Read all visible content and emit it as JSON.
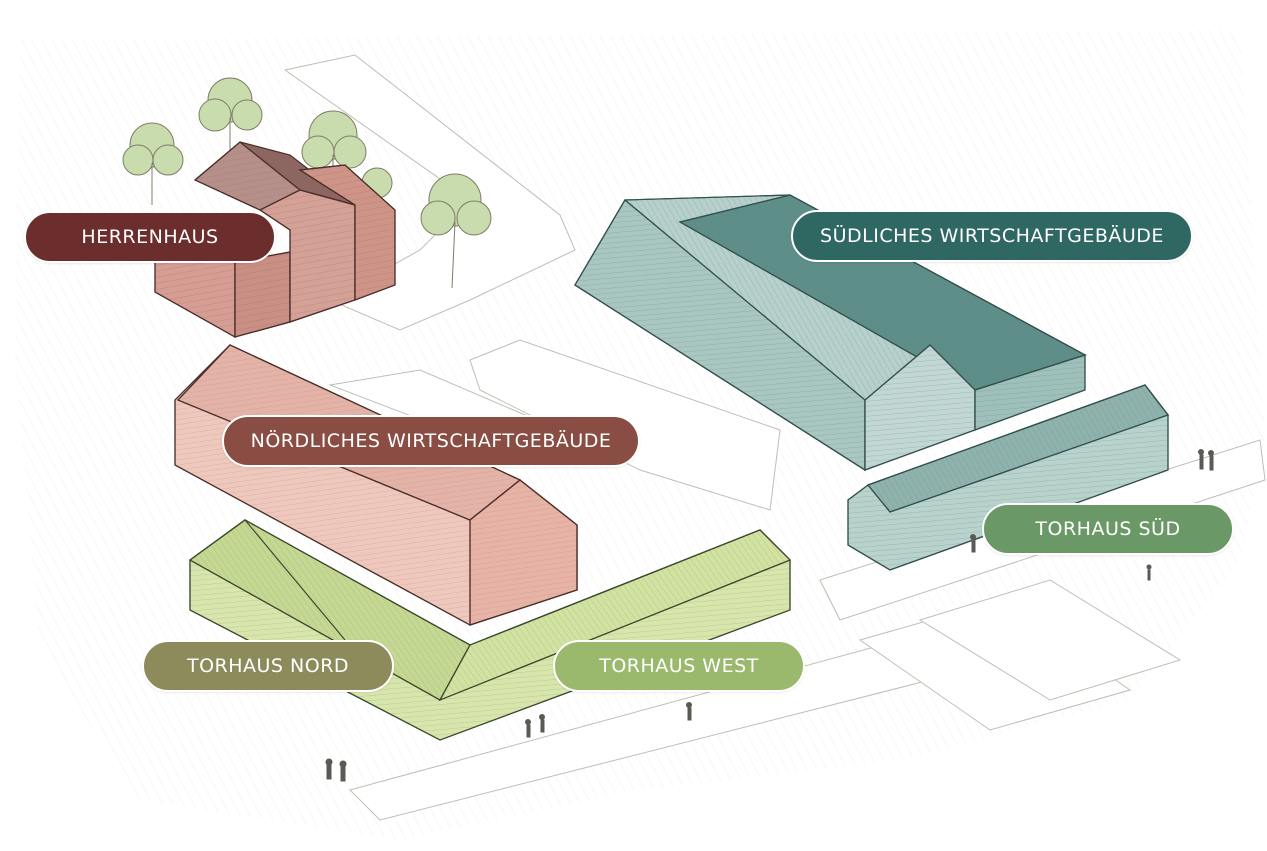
{
  "labels": {
    "herrenhaus": "HERRENHAUS",
    "suedliches_wirtschaftgebaeude": "SÜDLICHES WIRTSCHAFTGEBÄUDE",
    "noerdliches_wirtschaftgebaeude": "NÖRDLICHES WIRTSCHAFTGEBÄUDE",
    "torhaus_sued": "TORHAUS SÜD",
    "torhaus_nord": "TORHAUS NORD",
    "torhaus_west": "TORHAUS WEST"
  },
  "colors": {
    "herrenhaus": "#6b2e2c",
    "suedliches_wirtschaftgebaeude": "#2f6763",
    "noerdliches_wirtschaftgebaeude": "#8a4d43",
    "torhaus_sued": "#6a9866",
    "torhaus_nord": "#8d8b5c",
    "torhaus_west": "#9ab96c"
  }
}
